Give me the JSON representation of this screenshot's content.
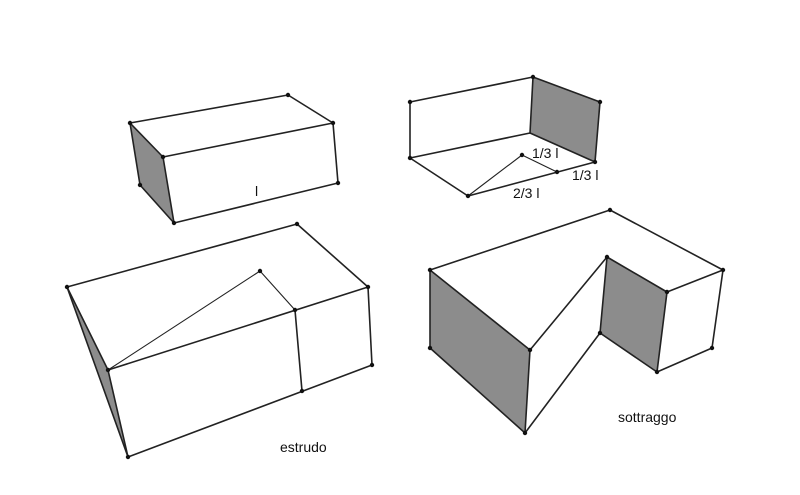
{
  "labels": {
    "edge_l": "l",
    "third": "1/3 l",
    "third_side": "1/3 l",
    "two_thirds": "2/3 l",
    "extrude": "estrudo",
    "subtract": "sottraggo"
  },
  "colors": {
    "shaded_face": "#8c8c8c",
    "line": "#222222",
    "background": "#ffffff"
  }
}
